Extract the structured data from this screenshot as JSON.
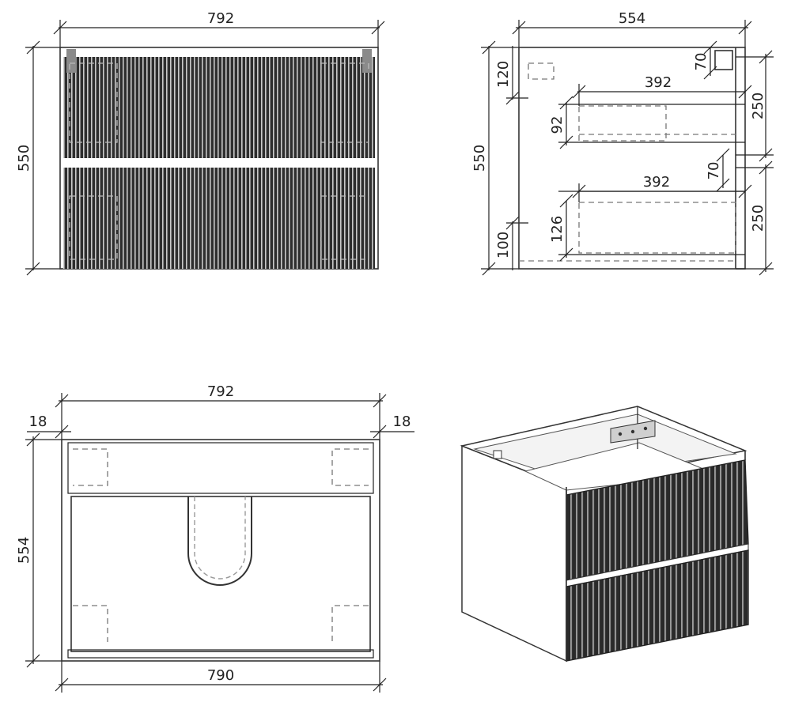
{
  "front_view": {
    "width_label": "792",
    "height_label": "550"
  },
  "side_view": {
    "depth_label": "554",
    "height_label": "550",
    "top_offset_label": "120",
    "bottom_offset_label": "100",
    "upper_drawer_height_label": "92",
    "lower_drawer_height_label": "126",
    "upper_drawer_depth_label": "392",
    "lower_drawer_depth_label": "392",
    "upper_bracket_label": "70",
    "middle_gap_label": "70",
    "upper_front_label": "250",
    "lower_front_label": "250"
  },
  "top_view": {
    "width_label": "792",
    "inner_width_label": "790",
    "depth_label": "554",
    "left_wall_label": "18",
    "right_wall_label": "18"
  },
  "colors": {
    "line": "#222222",
    "front_fill": "#2e2e2e",
    "dash": "#777777"
  }
}
